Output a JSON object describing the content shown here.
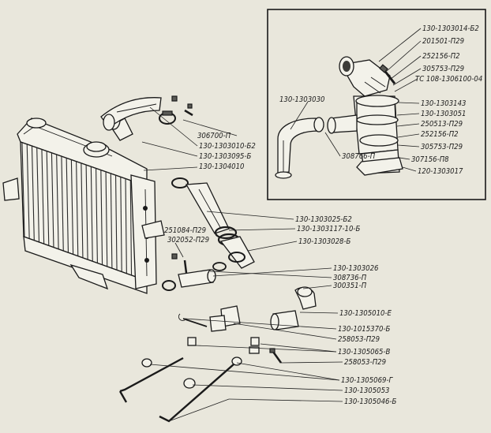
{
  "labels": {
    "l01": "130-1303014-Б2",
    "l02": "201501-П29",
    "l03": "252156-П2",
    "l04": "305753-П29",
    "l05": "ТС 108-1306100-04",
    "l06": "130-1303030",
    "l07": "130-1303143",
    "l08": "130-1303051",
    "l09": "250513-П29",
    "l10": "252156-П2",
    "l11": "305753-П29",
    "l12": "308766-П",
    "l13": "307156-П8",
    "l14": "120-1303017",
    "l15": "306700-П",
    "l16": "130-1303010-Б2",
    "l17": "130-1303095-Б",
    "l18": "130-1304010",
    "l19": "130-1303025-Б2",
    "l20": "130-1303117-10-Б",
    "l21": "251084-П29",
    "l22": "302052-П29",
    "l23": "130-1303028-Б",
    "l24": "130-1303026",
    "l25": "308736-П",
    "l26": "300351-П",
    "l27": "130-1305010-Е",
    "l28": "130-1015370-Б",
    "l29": "258053-П29",
    "l30": "130-1305065-В",
    "l31": "258053-П29",
    "l32": "130-1305069-Г",
    "l33": "130-1305053",
    "l34": "130-1305046-Б"
  }
}
